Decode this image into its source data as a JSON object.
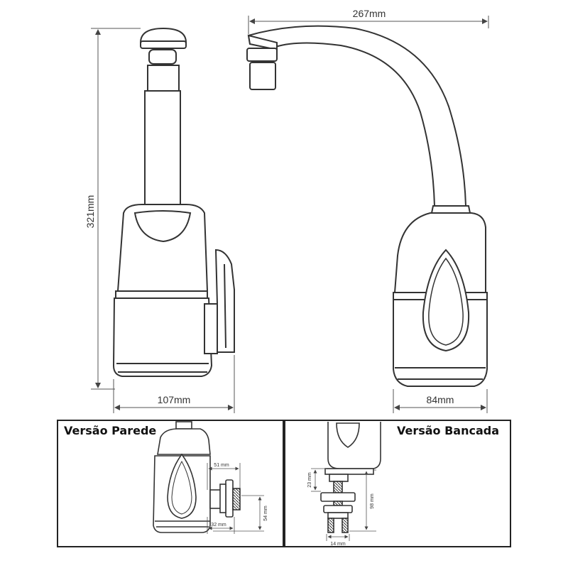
{
  "dimensions": {
    "height": "321mm",
    "reach": "267mm",
    "depth_side": "107mm",
    "depth_front": "84mm"
  },
  "versions": {
    "wall": {
      "title": "Versão Parede",
      "dims": {
        "a": "51 mm",
        "b": "32 mm",
        "c": "54 mm"
      }
    },
    "bench": {
      "title": "Versão Bancada",
      "dims": {
        "a": "23 mm",
        "b": "98 mm",
        "c": "14 mm"
      }
    }
  }
}
